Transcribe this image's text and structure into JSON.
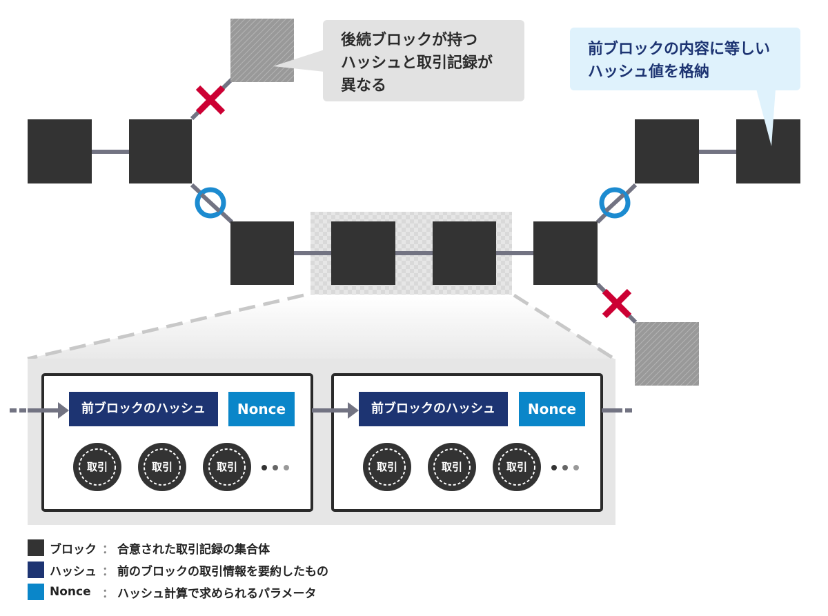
{
  "callouts": {
    "orphan_note": "後続ブロックが持つ\nハッシュと取引記録が\n異なる",
    "hash_note": "前ブロックの内容に等しい\nハッシュ値を格納"
  },
  "detail": {
    "blocks": [
      {
        "hash_label": "前ブロックのハッシュ",
        "nonce_label": "Nonce",
        "transactions": [
          "取引",
          "取引",
          "取引"
        ]
      },
      {
        "hash_label": "前ブロックのハッシュ",
        "nonce_label": "Nonce",
        "transactions": [
          "取引",
          "取引",
          "取引"
        ]
      }
    ]
  },
  "legend": [
    {
      "name": "ブロック",
      "sep": "：",
      "desc": "合意された取引記録の集合体",
      "color": "#333333"
    },
    {
      "name": "ハッシュ",
      "sep": "：",
      "desc": "前のブロックの取引情報を要約したもの",
      "color": "#1d3472"
    },
    {
      "name": "Nonce",
      "sep": "：",
      "desc": "ハッシュ計算で求められるパラメータ",
      "color": "#0a86c9"
    }
  ],
  "colors": {
    "block": "#333333",
    "orphan_block": "#999999",
    "hash": "#1d3472",
    "nonce": "#0a86c9",
    "reject_mark": "#cc0033",
    "accept_mark": "#1c8bd0",
    "connector": "#727382",
    "detail_bg": "#e6e6e6",
    "gray_callout": "#e2e2e2",
    "blue_callout": "#dff2fc"
  }
}
